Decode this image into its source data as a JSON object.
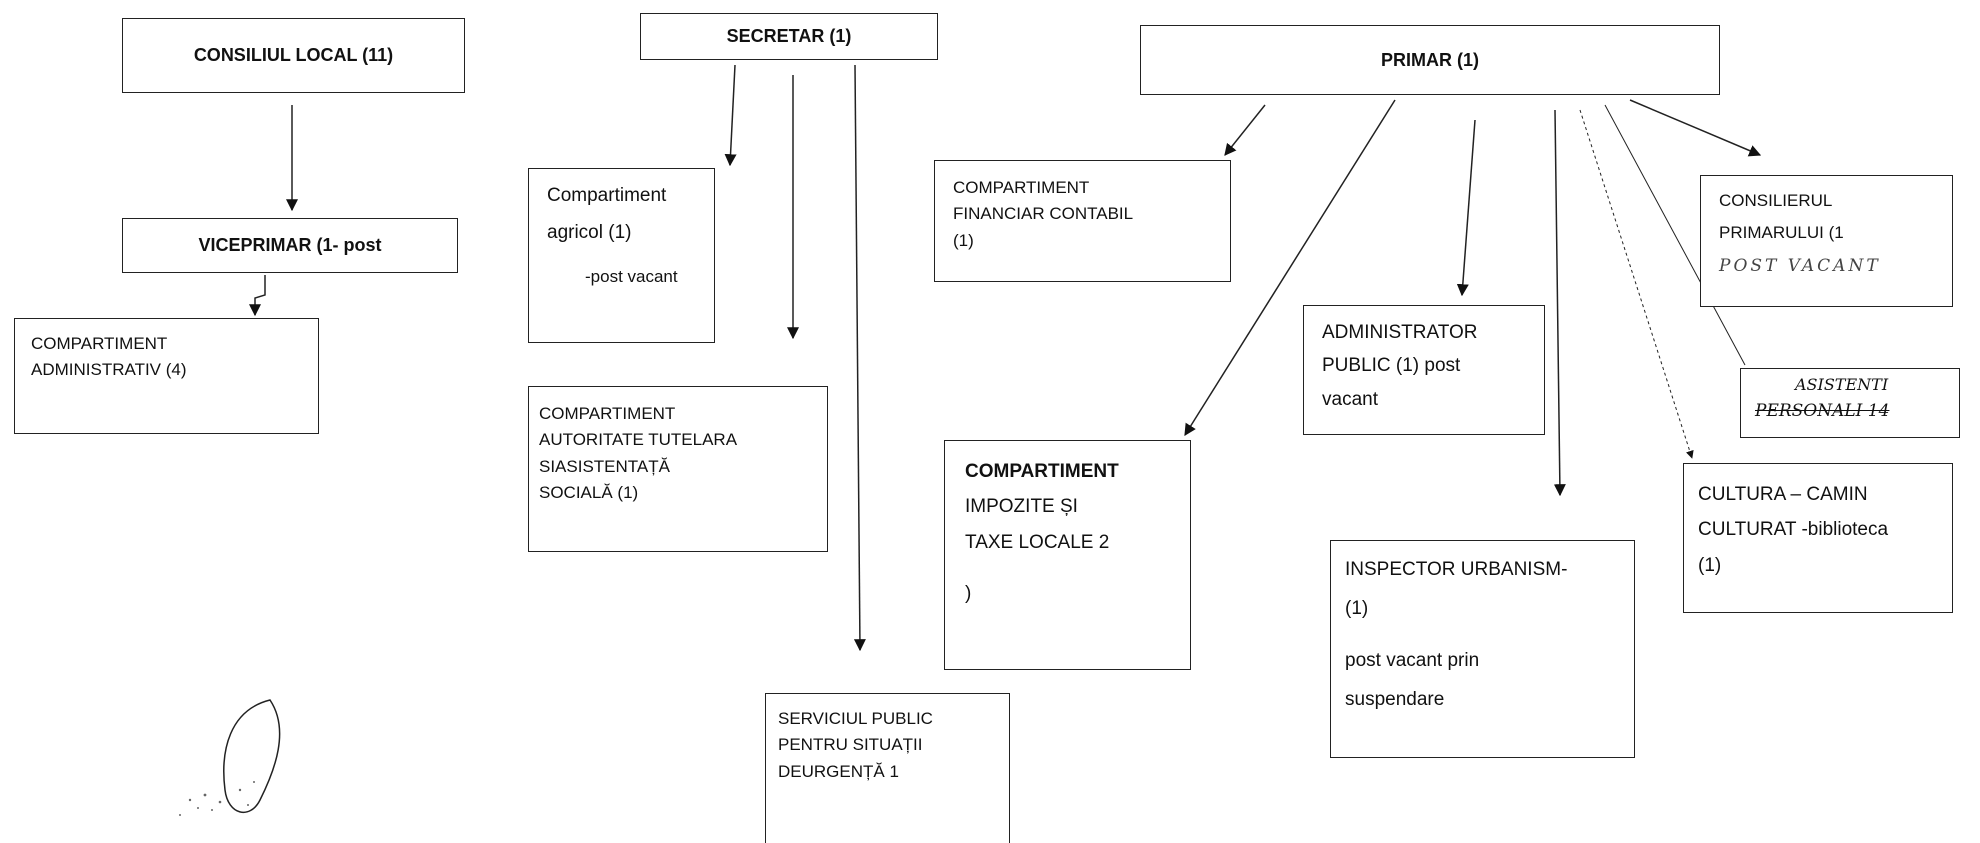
{
  "nodes": {
    "consiliul_local": "CONSILIUL  LOCAL (11)",
    "secretar": "SECRETAR (1)",
    "primar": "PRIMAR (1)",
    "viceprimar": "VICEPRIMAR (1- post",
    "comp_administrativ": [
      "COMPARTIMENT",
      "ADMINISTRATIV (4)"
    ],
    "comp_agricol": [
      "Compartiment",
      "agricol  (1)",
      "-post vacant"
    ],
    "comp_autoritate": [
      "COMPARTIMENT",
      "AUTORITATE TUTELARA",
      "SIASISTENTAȚĂ",
      "SOCIALĂ (1)"
    ],
    "serviciul_public": [
      "SERVICIUL PUBLIC",
      "PENTRU SITUAȚII",
      "DEURGENȚĂ 1"
    ],
    "comp_financiar": [
      "COMPARTIMENT",
      "FINANCIAR CONTABIL",
      "(1)"
    ],
    "comp_impozite": [
      "COMPARTIMENT",
      "IMPOZITE ȘI",
      "TAXE LOCALE  2",
      ")"
    ],
    "administrator_public": [
      "ADMINISTRATOR",
      "PUBLIC  (1) post",
      "vacant"
    ],
    "inspector_urbanism": [
      "INSPECTOR URBANISM-",
      "(1)",
      "post vacant prin",
      "suspendare"
    ],
    "consilierul_primarului": [
      "CONSILIERUL",
      "PRIMARULUI (1",
      "POST VACANT"
    ],
    "asistenti": [
      "ASISTENTI",
      "PERSONALI  14"
    ],
    "cultura": [
      "CULTURA – CAMIN",
      "CULTURAT  -biblioteca",
      "(1)"
    ]
  }
}
